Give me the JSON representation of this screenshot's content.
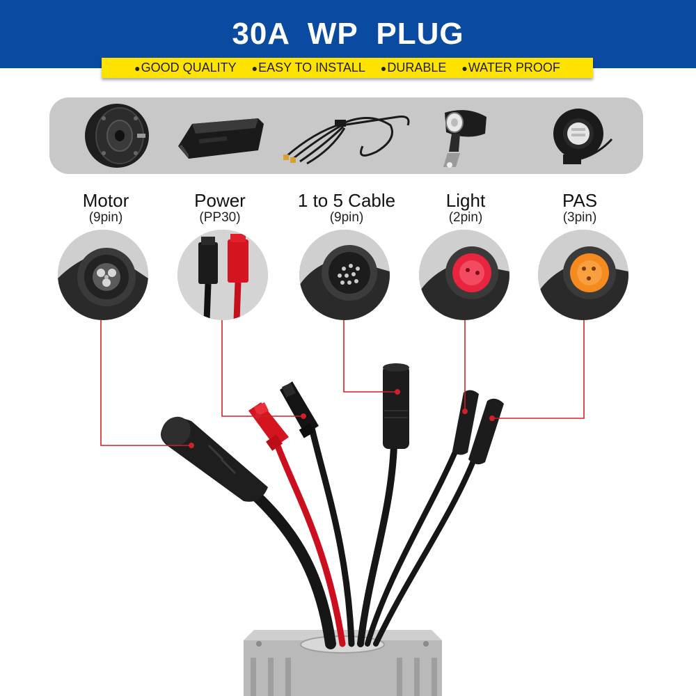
{
  "header": {
    "title": "30A  WP  PLUG",
    "features": [
      "GOOD QUALITY",
      "EASY TO INSTALL",
      "DURABLE",
      "WATER PROOF"
    ],
    "bullet": "●"
  },
  "components": [
    {
      "icon": "hub-motor-icon"
    },
    {
      "icon": "battery-icon"
    },
    {
      "icon": "cable-harness-icon"
    },
    {
      "icon": "headlight-icon"
    },
    {
      "icon": "pas-sensor-icon"
    }
  ],
  "connectors": [
    {
      "name": "Motor",
      "spec": "(9pin)",
      "color": "#5a5a5a"
    },
    {
      "name": "Power",
      "spec": "(PP30)",
      "color": "#d6141e"
    },
    {
      "name": "1 to 5 Cable",
      "spec": "(9pin)",
      "color": "#4a4a4a"
    },
    {
      "name": "Light",
      "spec": "(2pin)",
      "color": "#f0304a"
    },
    {
      "name": "PAS",
      "spec": "(3pin)",
      "color": "#f7952a"
    }
  ],
  "colors": {
    "header_blue": "#0a4aa0",
    "feature_yellow": "#ffe300",
    "leader_red": "#d0202a",
    "wire_red": "#d01020",
    "controller_silver": "#b9b9b9"
  }
}
